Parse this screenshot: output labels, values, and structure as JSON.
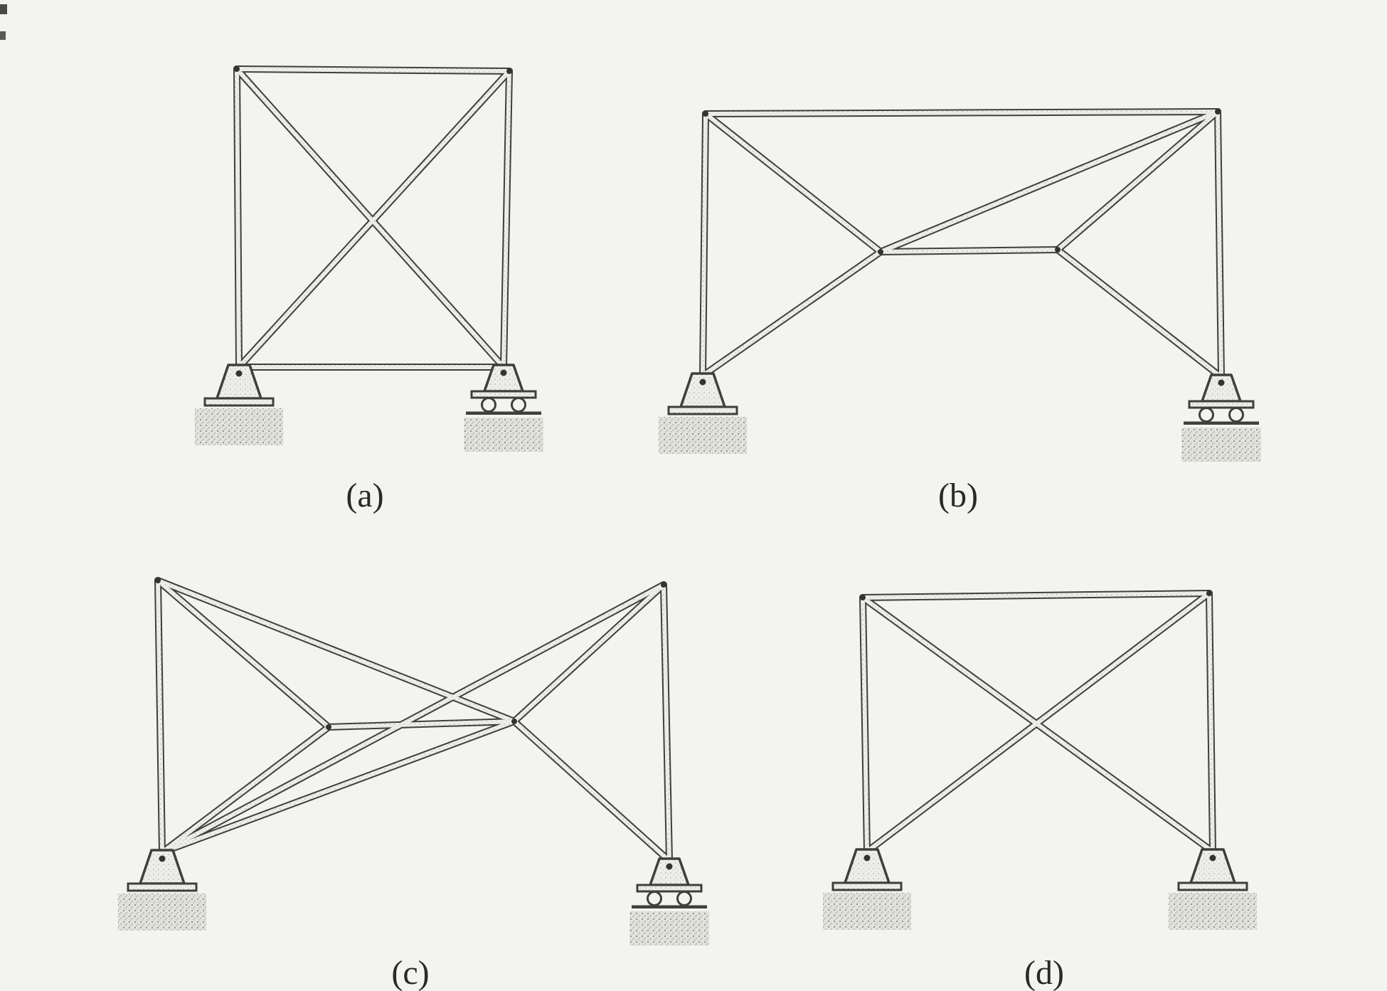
{
  "figure": {
    "paper_color": "#f3f3f0",
    "ink_color": "#403f3b",
    "panels": [
      {
        "id": "a",
        "label": "(a)",
        "left_support": "pin",
        "right_support": "roller"
      },
      {
        "id": "b",
        "label": "(b)",
        "left_support": "pin",
        "right_support": "roller"
      },
      {
        "id": "c",
        "label": "(c)",
        "left_support": "pin",
        "right_support": "roller"
      },
      {
        "id": "d",
        "label": "(d)",
        "left_support": "pin",
        "right_support": "pin"
      }
    ]
  }
}
